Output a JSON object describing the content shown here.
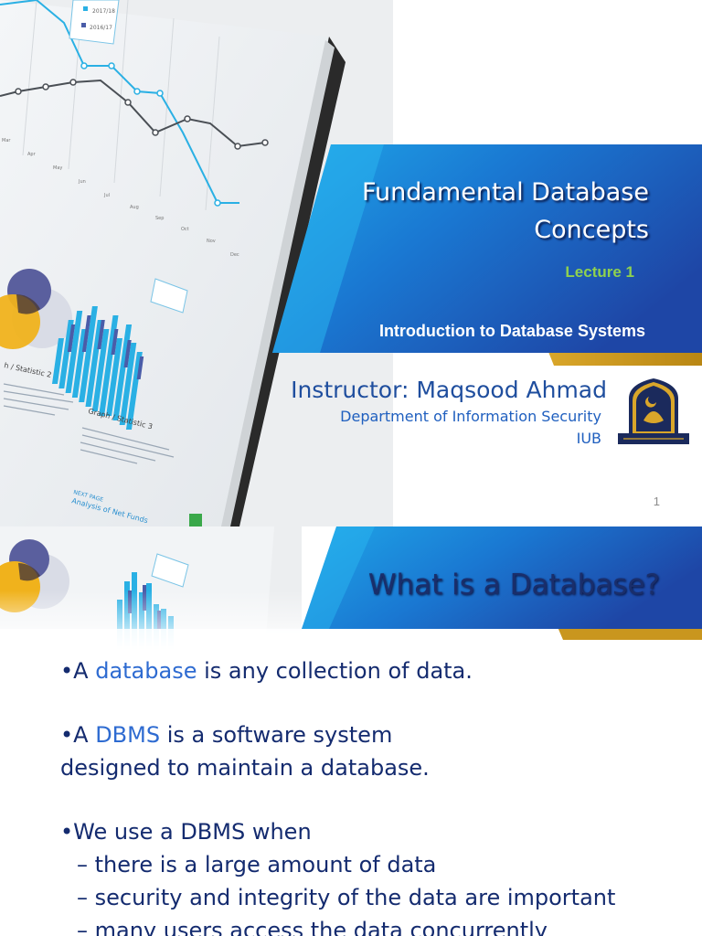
{
  "slide1": {
    "title_line1": "Fundamental Database",
    "title_line2": "Concepts",
    "lecture": "Lecture 1",
    "subtitle": "Introduction to Database Systems",
    "instructor": "Instructor: Maqsood Ahmad",
    "department": "Department of Information Security",
    "university": "IUB",
    "page_number": "1",
    "chart_legend": [
      "2017/18",
      "2016/17"
    ],
    "chart_caption": "Graph / Statistic 3",
    "chart_caption2": "h / Statistic 2",
    "next_page_label": "NEXT PAGE",
    "next_page_text": "Analysis of Net Funds"
  },
  "slide2": {
    "title": "What is a Database?",
    "bullet1_prefix": "•A ",
    "bullet1_term": "database",
    "bullet1_rest": " is any collection of data.",
    "bullet2_prefix": "•A ",
    "bullet2_term": "DBMS",
    "bullet2_rest": " is a software system",
    "bullet2_line2": "designed to maintain a database.",
    "bullet3": "•We use a DBMS when",
    "sub_items": [
      "– there is a large amount of data",
      "– security and integrity of the data are important",
      "– many users access the data concurrently"
    ]
  },
  "colors": {
    "banner_blue": "#1d5bc2",
    "banner_light": "#1fa3e6",
    "gold": "#c9961e",
    "lecture_green": "#8fd14f",
    "body_text": "#142b6f"
  }
}
